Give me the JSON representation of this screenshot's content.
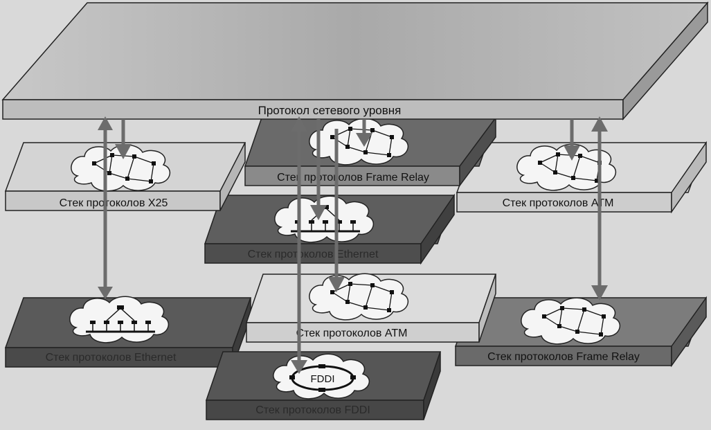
{
  "top_plate": {
    "label": "Протокол сетевого уровня",
    "fill": "#b4b4b4"
  },
  "plates": [
    {
      "id": "x25",
      "label": "Стек протоколов X25",
      "fill": "#d4d4d4",
      "label_color": "#111111",
      "cloud": "mesh"
    },
    {
      "id": "frame-relay-top",
      "label": "Стек протоколов Frame Relay",
      "fill": "#6a6a6a",
      "label_color": "#111111",
      "cloud": "mesh"
    },
    {
      "id": "atm-right",
      "label": "Стек протоколов ATM",
      "fill": "#dadada",
      "label_color": "#111111",
      "cloud": "mesh"
    },
    {
      "id": "ethernet-mid",
      "label": "Стек протоколов Ethernet",
      "fill": "#5e5e5e",
      "label_color": "#2a2a2a",
      "cloud": "tree"
    },
    {
      "id": "ethernet-left",
      "label": "Стек протоколов Ethernet",
      "fill": "#5a5a5a",
      "label_color": "#2a2a2a",
      "cloud": "tree"
    },
    {
      "id": "atm-center",
      "label": "Стек протоколов ATM",
      "fill": "#dcdcdc",
      "label_color": "#111111",
      "cloud": "mesh"
    },
    {
      "id": "frame-relay-right",
      "label": "Стек протоколов Frame Relay",
      "fill": "#7c7c7c",
      "label_color": "#111111",
      "cloud": "mesh"
    },
    {
      "id": "fddi",
      "label": "Стек протоколов FDDI",
      "fill": "#565656",
      "label_color": "#2a2a2a",
      "cloud": "ring",
      "ring_label": "FDDI"
    }
  ],
  "colors": {
    "arrow": "#6c6c6c",
    "outline": "#222222",
    "cloud": "#f5f5f5"
  }
}
